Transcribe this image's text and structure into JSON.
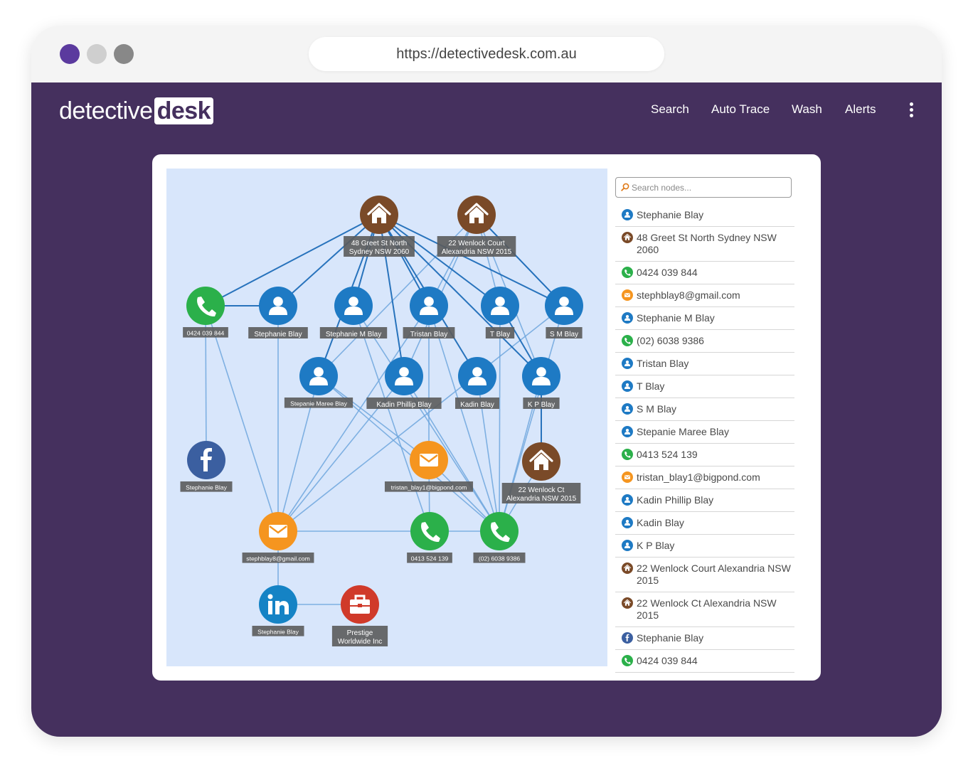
{
  "window": {
    "dots": [
      "#5b3a9e",
      "#cfcfcf",
      "#888888"
    ],
    "url": "https://detectivedesk.com.au"
  },
  "colors": {
    "brand": "#45305e",
    "graph_bg": "#d8e6fb",
    "person": "#1e7ac4",
    "address": "#7a4a28",
    "phone": "#2bb04a",
    "email": "#f5951f",
    "facebook": "#3b5fa0",
    "linkedin": "#1583c5",
    "business": "#d03a2a"
  },
  "header": {
    "logo_part1": "detective",
    "logo_part2": "desk",
    "nav": [
      "Search",
      "Auto Trace",
      "Wash",
      "Alerts"
    ],
    "menu_icon": "kebab-menu-icon"
  },
  "sidebar": {
    "search_placeholder": "Search nodes...",
    "search_icon": "search-icon",
    "items": [
      {
        "type": "person",
        "label": "Stephanie Blay"
      },
      {
        "type": "address",
        "label": "48 Greet St North Sydney NSW 2060"
      },
      {
        "type": "phone",
        "label": "0424 039 844"
      },
      {
        "type": "email",
        "label": "stephblay8@gmail.com"
      },
      {
        "type": "person",
        "label": "Stephanie M Blay"
      },
      {
        "type": "phone",
        "label": "(02) 6038 9386"
      },
      {
        "type": "person",
        "label": "Tristan Blay"
      },
      {
        "type": "person",
        "label": "T Blay"
      },
      {
        "type": "person",
        "label": "S M Blay"
      },
      {
        "type": "person",
        "label": "Stepanie Maree Blay"
      },
      {
        "type": "phone",
        "label": "0413 524 139"
      },
      {
        "type": "email",
        "label": "tristan_blay1@bigpond.com"
      },
      {
        "type": "person",
        "label": "Kadin Phillip Blay"
      },
      {
        "type": "person",
        "label": "Kadin Blay"
      },
      {
        "type": "person",
        "label": "K P Blay"
      },
      {
        "type": "address",
        "label": "22 Wenlock Court Alexandria NSW 2015"
      },
      {
        "type": "address",
        "label": "22 Wenlock Ct Alexandria NSW 2015"
      },
      {
        "type": "facebook",
        "label": "Stephanie Blay"
      },
      {
        "type": "phone",
        "label": "0424 039 844"
      }
    ]
  },
  "graph": {
    "nodes": [
      {
        "id": "addr48",
        "type": "address",
        "label": [
          "48 Greet St North",
          "Sydney NSW 2060"
        ]
      },
      {
        "id": "addr22c",
        "type": "address",
        "label": [
          "22 Wenlock Court",
          "Alexandria NSW 2015"
        ]
      },
      {
        "id": "ph0424",
        "type": "phone",
        "label": [
          "0424 039 844"
        ]
      },
      {
        "id": "p_steph",
        "type": "person",
        "label": [
          "Stephanie Blay"
        ]
      },
      {
        "id": "p_stephm",
        "type": "person",
        "label": [
          "Stephanie M Blay"
        ]
      },
      {
        "id": "p_tristan",
        "type": "person",
        "label": [
          "Tristan Blay"
        ]
      },
      {
        "id": "p_t",
        "type": "person",
        "label": [
          "T Blay"
        ]
      },
      {
        "id": "p_sm",
        "type": "person",
        "label": [
          "S M Blay"
        ]
      },
      {
        "id": "p_stepanie",
        "type": "person",
        "label": [
          "Stepanie Maree Blay"
        ]
      },
      {
        "id": "p_kadinp",
        "type": "person",
        "label": [
          "Kadin Phillip Blay"
        ]
      },
      {
        "id": "p_kadin",
        "type": "person",
        "label": [
          "Kadin Blay"
        ]
      },
      {
        "id": "p_kp",
        "type": "person",
        "label": [
          "K P Blay"
        ]
      },
      {
        "id": "fb",
        "type": "facebook",
        "label": [
          "Stephanie Blay"
        ]
      },
      {
        "id": "em_tristan",
        "type": "email",
        "label": [
          "tristan_blay1@bigpond.com"
        ]
      },
      {
        "id": "addr22ct",
        "type": "address",
        "label": [
          "22 Wenlock Ct",
          "Alexandria NSW 2015"
        ]
      },
      {
        "id": "em_steph",
        "type": "email",
        "label": [
          "stephblay8@gmail.com"
        ]
      },
      {
        "id": "ph0413",
        "type": "phone",
        "label": [
          "0413 524 139"
        ]
      },
      {
        "id": "ph02",
        "type": "phone",
        "label": [
          "(02) 6038 9386"
        ]
      },
      {
        "id": "li",
        "type": "linkedin",
        "label": [
          "Stephanie Blay"
        ]
      },
      {
        "id": "biz",
        "type": "business",
        "label": [
          "Prestige",
          "Worldwide Inc"
        ]
      }
    ],
    "strong_edges": [
      [
        "addr48",
        "ph0424"
      ],
      [
        "addr48",
        "p_steph"
      ],
      [
        "addr48",
        "p_stephm"
      ],
      [
        "addr48",
        "p_tristan"
      ],
      [
        "addr48",
        "p_t"
      ],
      [
        "addr48",
        "p_sm"
      ],
      [
        "addr48",
        "p_stepanie"
      ],
      [
        "addr48",
        "p_kadinp"
      ],
      [
        "addr48",
        "p_kadin"
      ],
      [
        "addr48",
        "p_kp"
      ],
      [
        "ph0424",
        "p_steph"
      ],
      [
        "p_kp",
        "addr22ct"
      ],
      [
        "p_kp",
        "p_t"
      ],
      [
        "p_sm",
        "addr22c"
      ]
    ],
    "light_edges": [
      [
        "addr22c",
        "p_tristan"
      ],
      [
        "addr22c",
        "p_stepanie"
      ],
      [
        "addr22c",
        "p_kadinp"
      ],
      [
        "addr22c",
        "p_t"
      ],
      [
        "addr22c",
        "p_sm"
      ],
      [
        "addr22c",
        "p_kp"
      ],
      [
        "ph0424",
        "fb"
      ],
      [
        "ph0424",
        "em_steph"
      ],
      [
        "p_steph",
        "em_steph"
      ],
      [
        "p_stepanie",
        "em_steph"
      ],
      [
        "p_stepanie",
        "em_tristan"
      ],
      [
        "p_kadinp",
        "em_steph"
      ],
      [
        "p_tristan",
        "em_tristan"
      ],
      [
        "p_tristan",
        "em_steph"
      ],
      [
        "p_tristan",
        "ph02"
      ],
      [
        "p_stephm",
        "ph0413"
      ],
      [
        "p_stephm",
        "ph02"
      ],
      [
        "p_kadin",
        "ph02"
      ],
      [
        "p_kadinp",
        "ph02"
      ],
      [
        "p_kp",
        "ph02"
      ],
      [
        "p_sm",
        "ph02"
      ],
      [
        "p_t",
        "ph02"
      ],
      [
        "em_tristan",
        "ph02"
      ],
      [
        "em_tristan",
        "ph0413"
      ],
      [
        "addr22ct",
        "ph02"
      ],
      [
        "em_steph",
        "ph0413"
      ],
      [
        "ph0413",
        "ph02"
      ],
      [
        "em_steph",
        "li"
      ],
      [
        "li",
        "biz"
      ],
      [
        "p_stepanie",
        "ph02"
      ],
      [
        "p_sm",
        "em_steph"
      ]
    ]
  }
}
